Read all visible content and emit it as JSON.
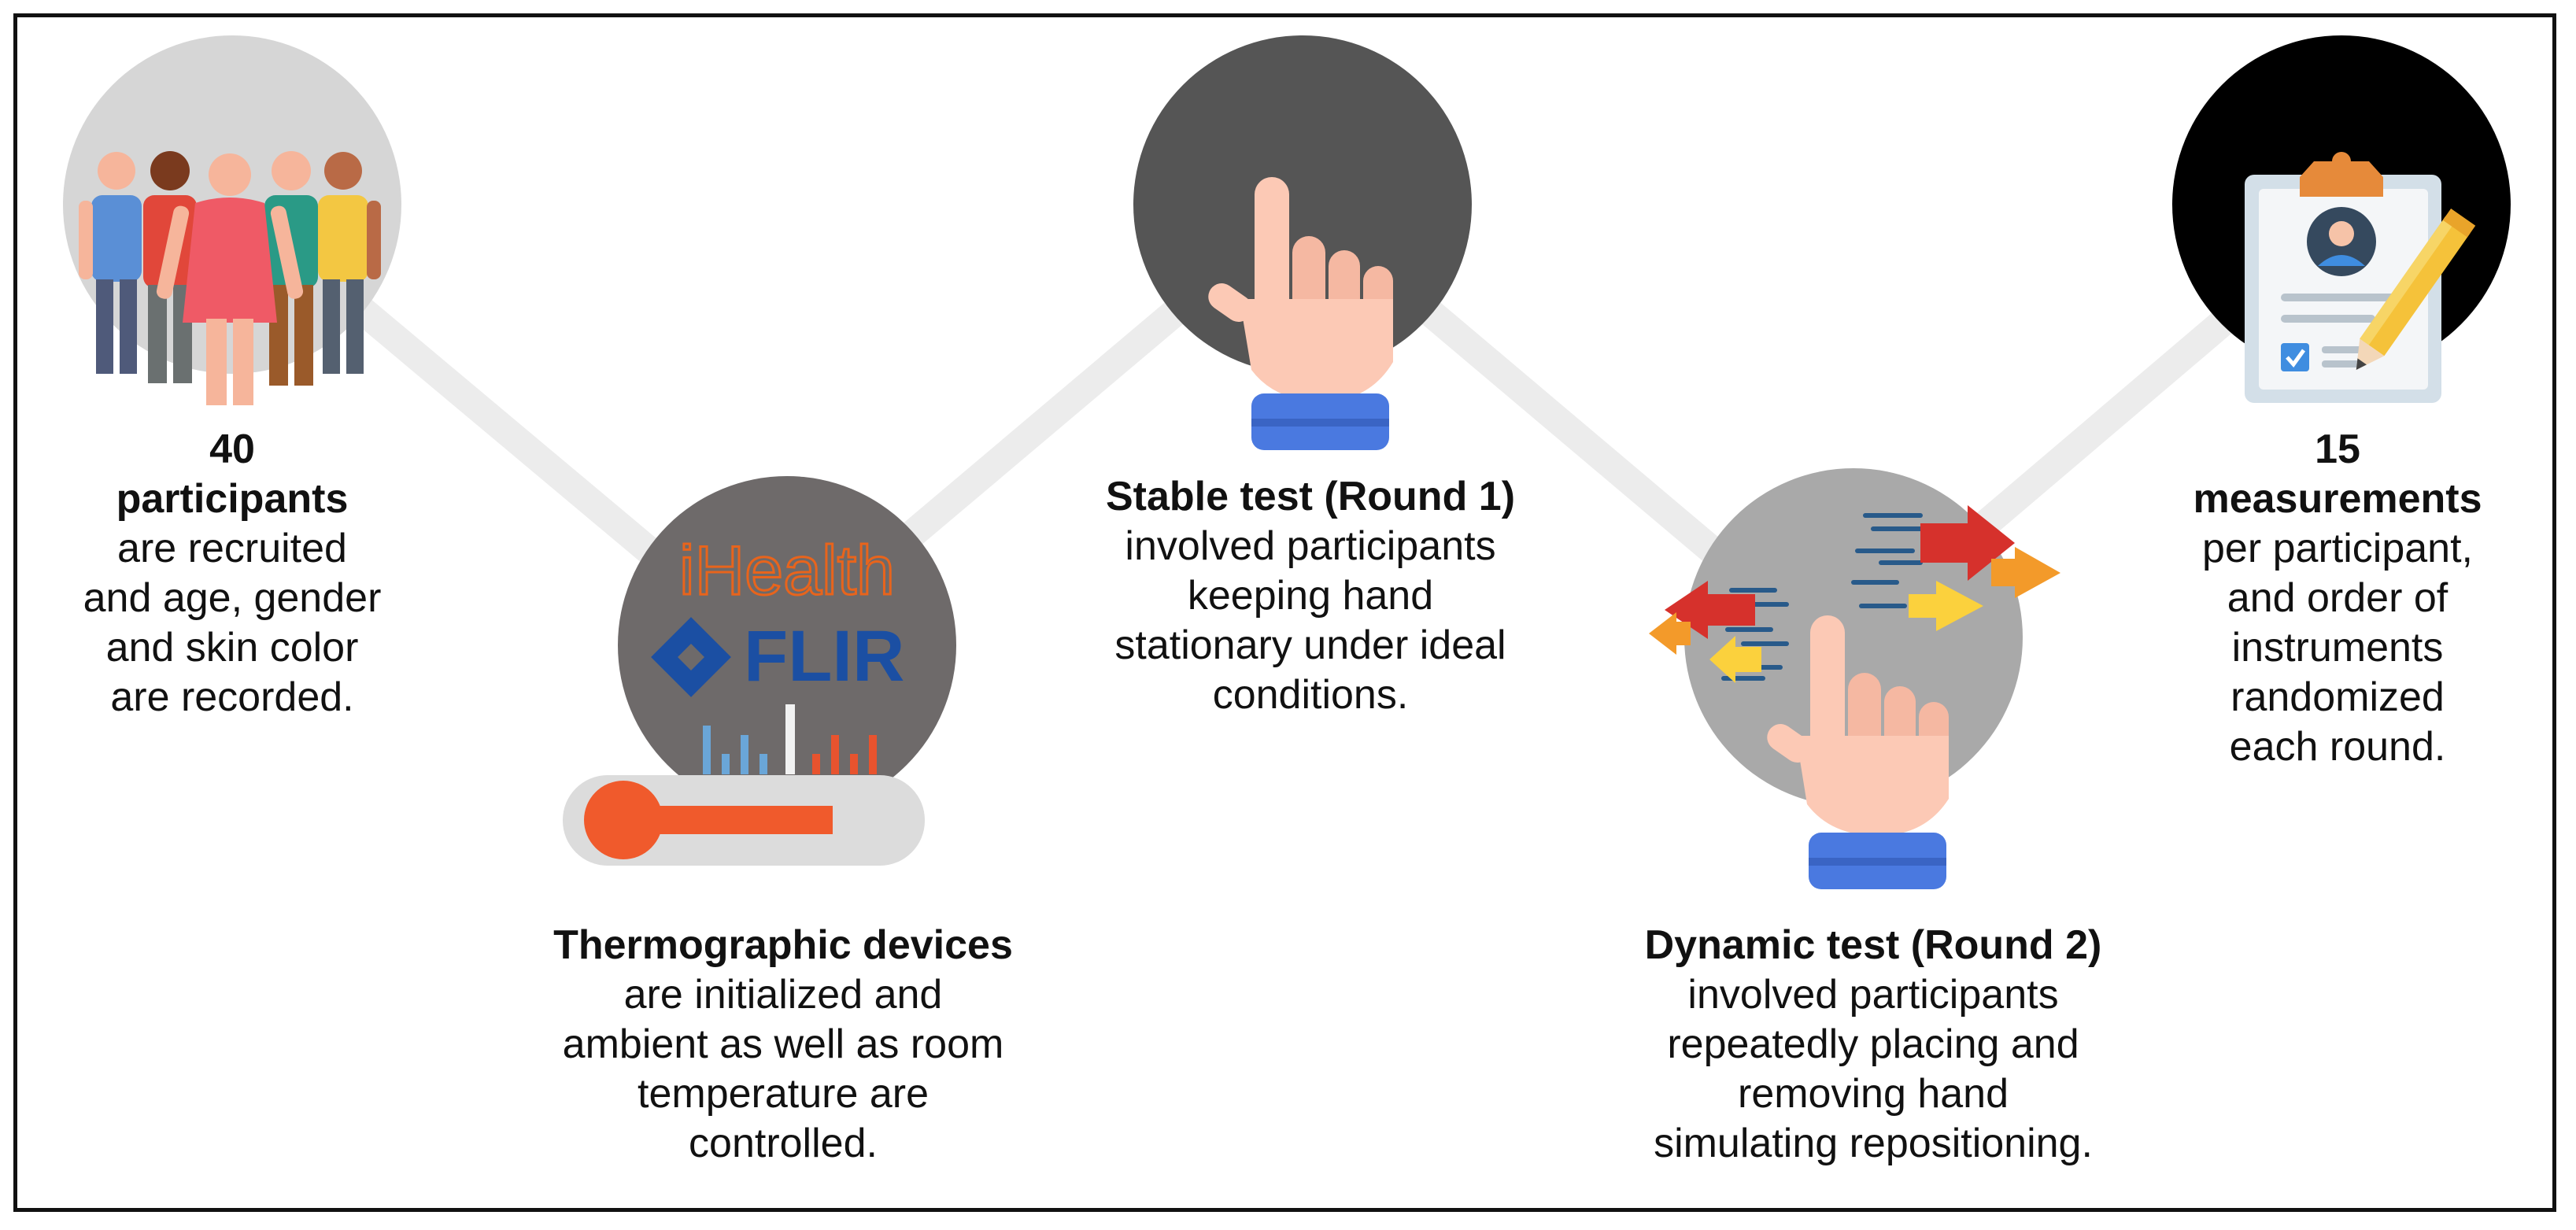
{
  "steps": [
    {
      "id": "participants",
      "title_lines": [
        "40",
        "participants"
      ],
      "description": "are recruited\nand age, gender\nand skin color\nare recorded."
    },
    {
      "id": "thermographic",
      "title_lines": [
        "Thermographic devices"
      ],
      "description": "are initialized and\nambient as well as room\ntemperature are\ncontrolled.",
      "logos": {
        "ihealth": "iHealth",
        "flir": "FLIR"
      }
    },
    {
      "id": "stable",
      "title_lines": [
        "Stable test (Round 1)"
      ],
      "description": "involved participants\nkeeping hand\nstationary under ideal\nconditions."
    },
    {
      "id": "dynamic",
      "title_lines": [
        "Dynamic test (Round 2)"
      ],
      "description": "involved participants\nrepeatedly placing and\nremoving hand\nsimulating repositioning."
    },
    {
      "id": "measurements",
      "title_lines": [
        "15",
        "measurements"
      ],
      "description": "per participant,\nand order of\ninstruments\nrandomized\neach round."
    }
  ],
  "colors": {
    "connector": "#ececec",
    "circle_light": "#d6d6d6",
    "circle_dark_gray": "#555555",
    "circle_mid_gray": "#6e6a6a",
    "circle_gray": "#a9a9a9",
    "circle_black": "#000000",
    "ihealth_orange": "#e8641c",
    "flir_blue": "#1b4fa3",
    "hand_skin": "#fcc9b5",
    "cuff_blue": "#4a79e0",
    "arrow_red": "#d6312c",
    "arrow_orange": "#f39a2a",
    "arrow_yellow": "#fbd13d"
  },
  "icons": [
    "people-group-icon",
    "thermometer-icon",
    "hand-pointer-icon",
    "hand-swipe-icon",
    "clipboard-profile-icon"
  ]
}
